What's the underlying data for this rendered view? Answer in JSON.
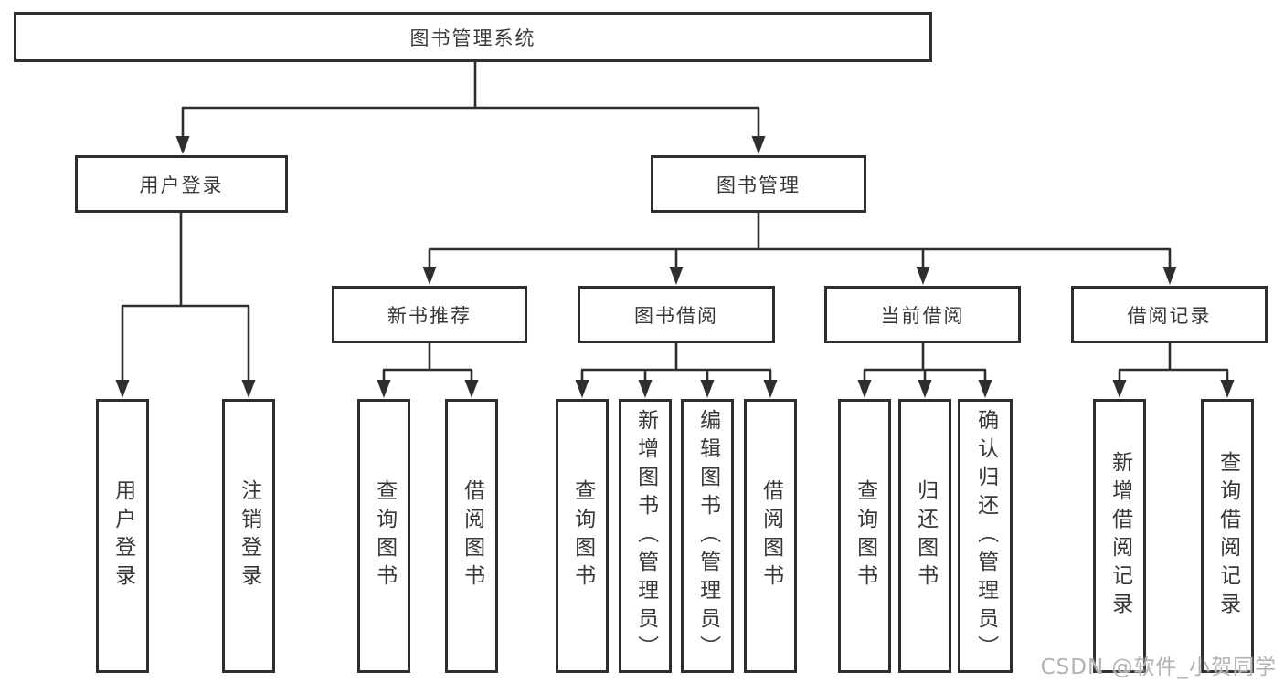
{
  "diagram": {
    "nodes": {
      "root": "图书管理系统",
      "user_login": "用户登录",
      "book_mgmt": "图书管理",
      "new_book_rec": "新书推荐",
      "book_borrow": "图书借阅",
      "current_borrow": "当前借阅",
      "borrow_records": "借阅记录",
      "leaf_user_login": "用户登录",
      "leaf_logout": "注销登录",
      "leaf_query_book_a": "查询图书",
      "leaf_borrow_book_a": "借阅图书",
      "leaf_query_book_b": "查询图书",
      "leaf_add_book": "新增图书（管理员）",
      "leaf_edit_book": "编辑图书（管理员）",
      "leaf_borrow_book_b": "借阅图书",
      "leaf_query_book_c": "查询图书",
      "leaf_return_book": "归还图书",
      "leaf_confirm_return": "确认归还（管理员）",
      "leaf_add_record": "新增借阅记录",
      "leaf_query_record": "查询借阅记录"
    },
    "hierarchy": {
      "label": "图书管理系统",
      "children": [
        {
          "label": "用户登录",
          "children": [
            {
              "label": "用户登录"
            },
            {
              "label": "注销登录"
            }
          ]
        },
        {
          "label": "图书管理",
          "children": [
            {
              "label": "新书推荐",
              "children": [
                {
                  "label": "查询图书"
                },
                {
                  "label": "借阅图书"
                }
              ]
            },
            {
              "label": "图书借阅",
              "children": [
                {
                  "label": "查询图书"
                },
                {
                  "label": "新增图书（管理员）"
                },
                {
                  "label": "编辑图书（管理员）"
                },
                {
                  "label": "借阅图书"
                }
              ]
            },
            {
              "label": "当前借阅",
              "children": [
                {
                  "label": "查询图书"
                },
                {
                  "label": "归还图书"
                },
                {
                  "label": "确认归还（管理员）"
                }
              ]
            },
            {
              "label": "借阅记录",
              "children": [
                {
                  "label": "新增借阅记录"
                },
                {
                  "label": "查询借阅记录"
                }
              ]
            }
          ]
        }
      ]
    },
    "colors": {
      "line": "#2e2e2e",
      "box_border": "#2e2e2e",
      "text": "#383838",
      "background": "#ffffff",
      "watermark": "#b3b3b3"
    }
  },
  "watermark": {
    "text": "CSDN @软件_小贺同学"
  }
}
